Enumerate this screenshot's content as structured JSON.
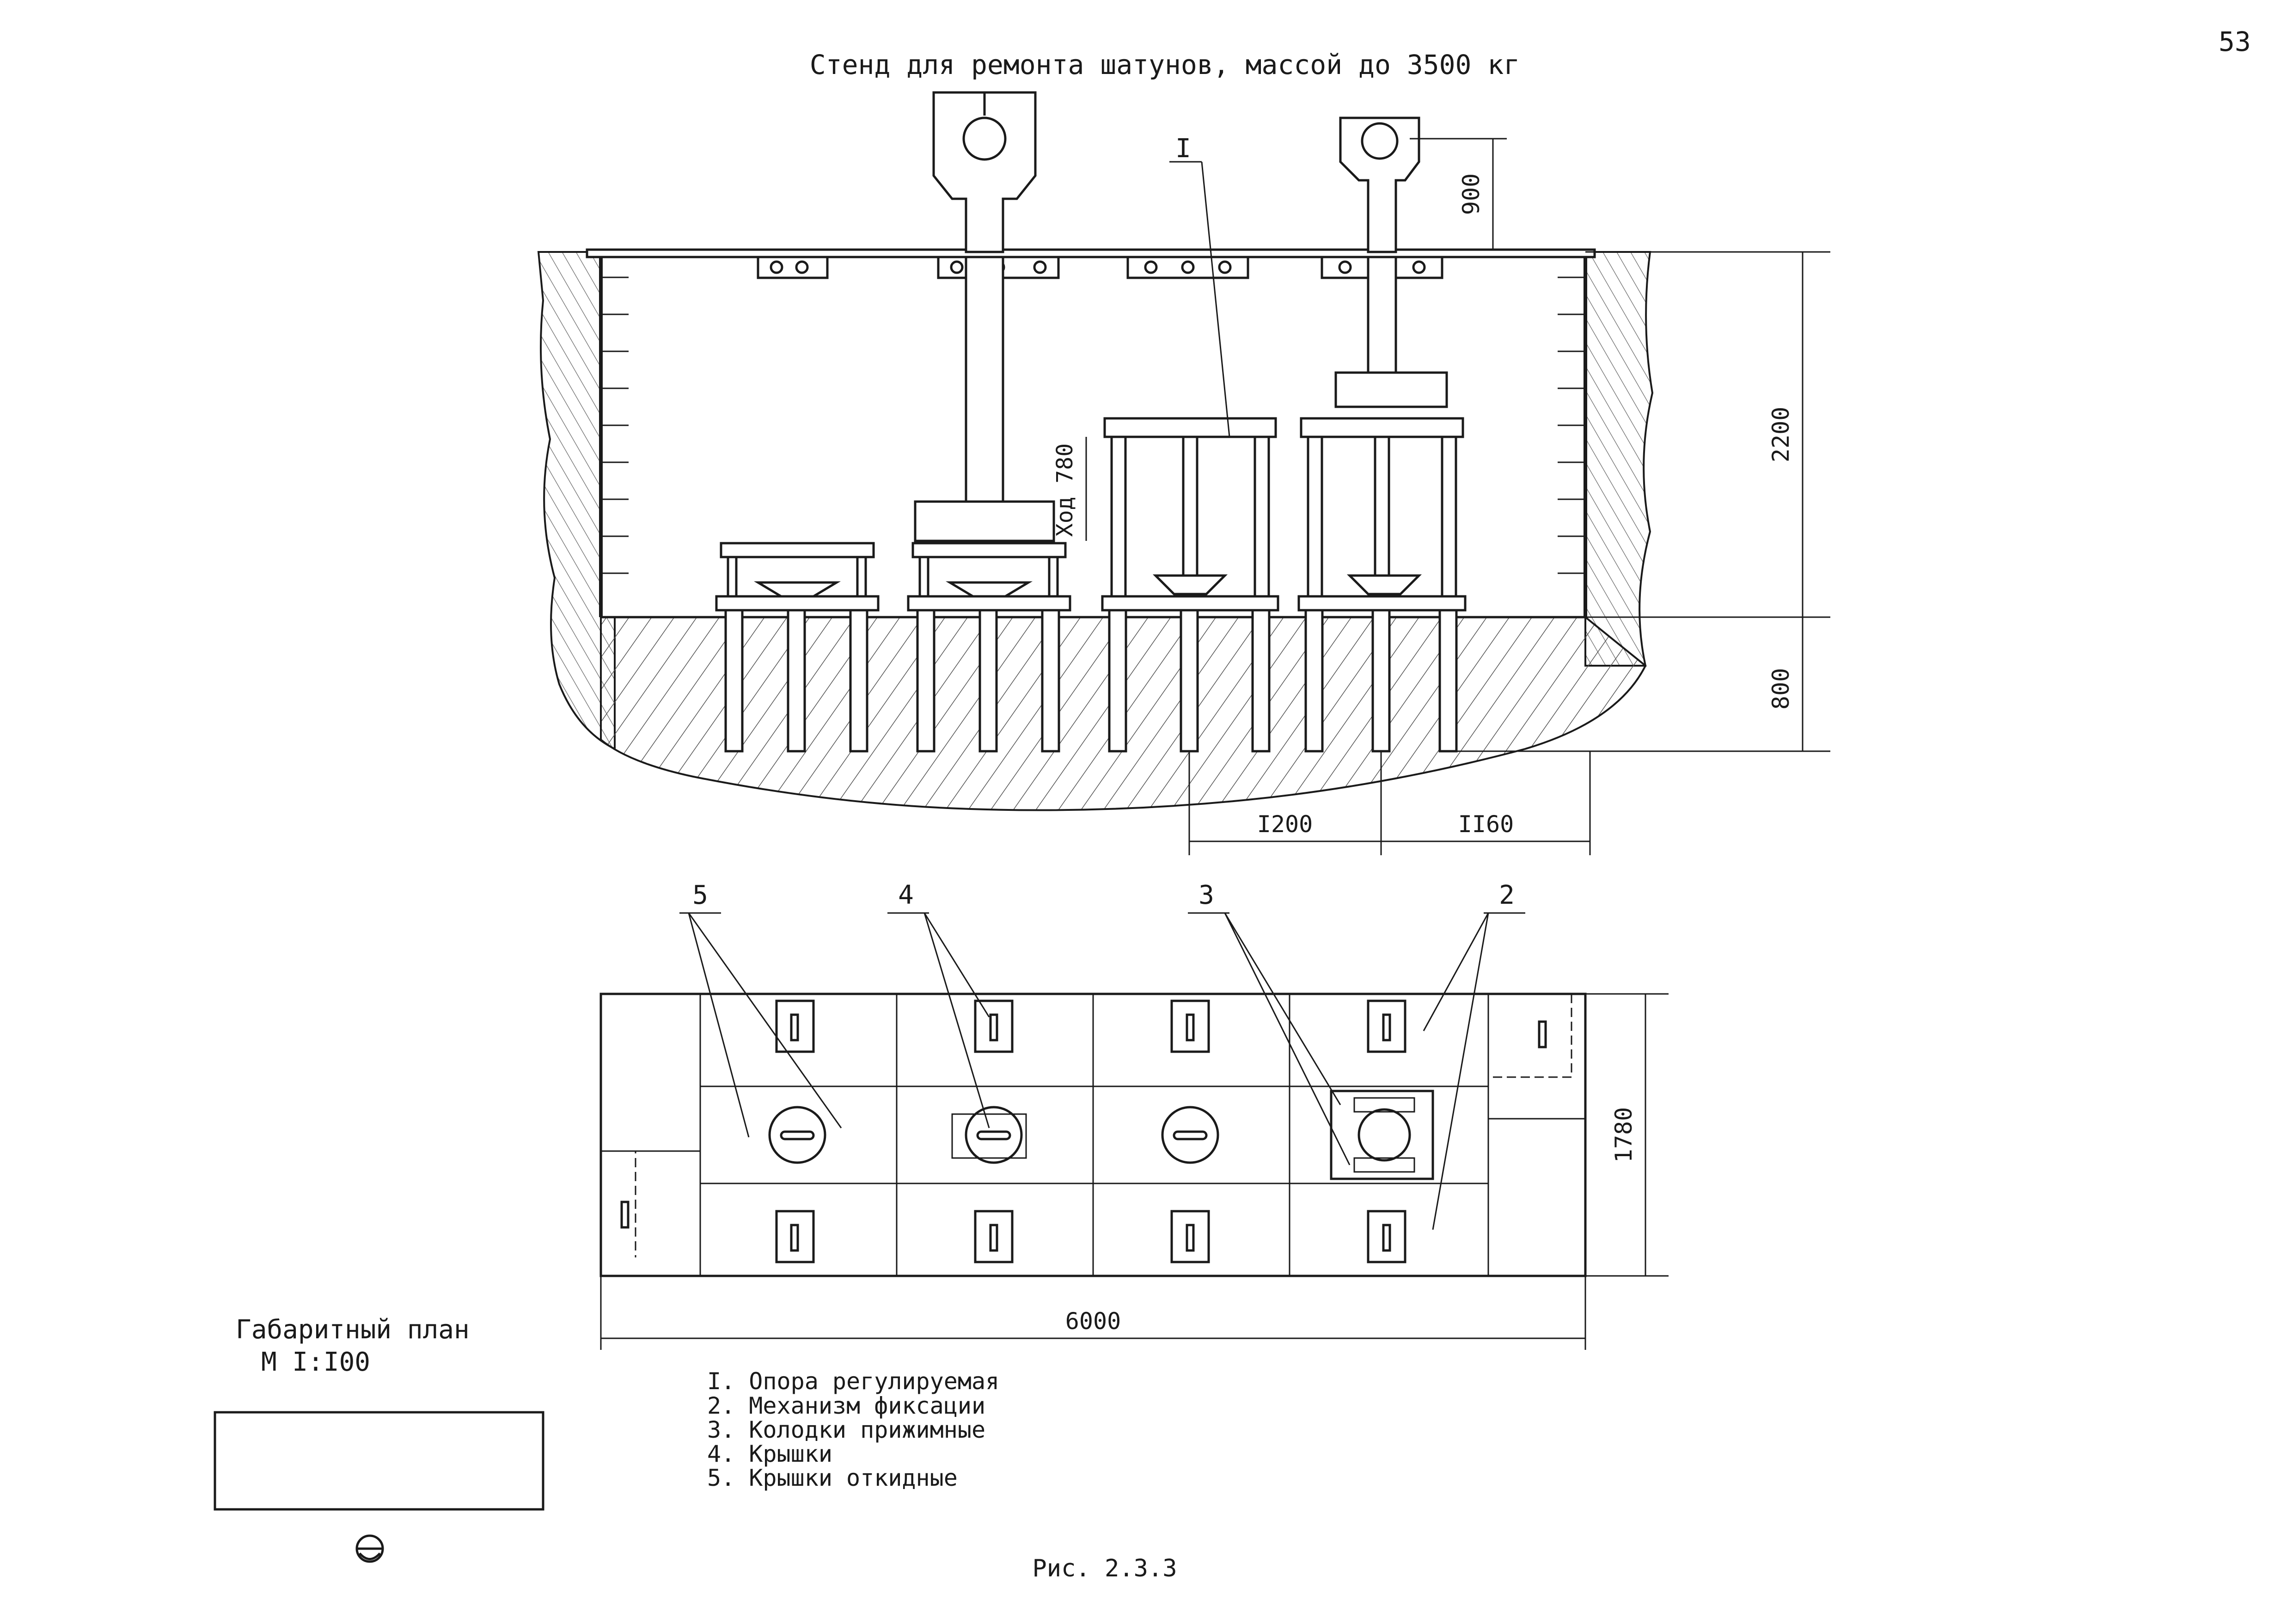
{
  "page_number": "53",
  "title": "Стенд для ремонта шатунов, массой до 3500 кг",
  "section_view": {
    "callout_1": "I",
    "dimensions": {
      "top_height": "900",
      "pit_depth": "2200",
      "pile_depth": "800",
      "spacing_a": "I200",
      "spacing_b": "II60",
      "stroke": "Ход 780"
    }
  },
  "plan_view": {
    "callouts": [
      "5",
      "4",
      "3",
      "2"
    ],
    "width_dim": "1780",
    "length_dim": "6000"
  },
  "plan_label": {
    "line1": "Габаритный план",
    "line2": "М I:I00"
  },
  "legend": [
    "I. Опора регулируемая",
    "2. Механизм фиксации",
    "3. Колодки прижимные",
    "4. Крышки",
    "5. Крышки откидные"
  ],
  "figure_caption": "Рис. 2.3.3"
}
